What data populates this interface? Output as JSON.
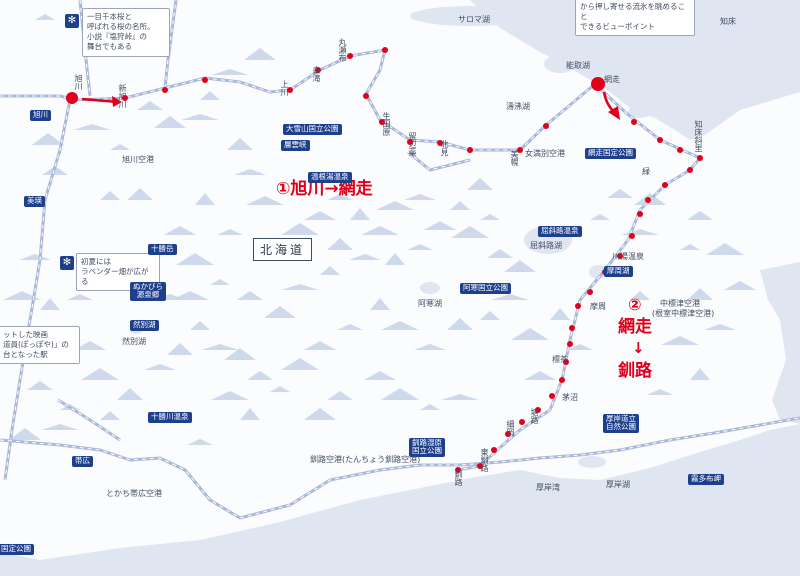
{
  "colors": {
    "route": "#e0001b",
    "rail": "#aab8d8",
    "water": "#dfe6f2",
    "mountain": "#c9d6ea",
    "park_label": "#1d3f8c"
  },
  "routes": {
    "leg1": "①旭川→網走",
    "leg2_num": "②",
    "leg2_from": "網走",
    "leg2_arrow": "↓",
    "leg2_to": "釧路"
  },
  "region": "北海道",
  "notes": {
    "top_left": [
      "一目千本桜と",
      "呼ばれる桜の名所。",
      "小説『塩狩峠』の",
      "舞台でもある"
    ],
    "mid_left": [
      "初夏には",
      "ラベンダー畑が広がる"
    ],
    "lower_left": [
      "ットした映画",
      "道員(ぽっぽや)」の",
      "台となった駅"
    ],
    "top_right": [
      "から押し寄せる流氷を眺めること",
      "できるビューポイント"
    ]
  },
  "parks": {
    "daisetsuzan": "大雪山国立公園",
    "abashiri": "網走国定公園",
    "akan": "阿寒国立公園",
    "akkeshi_1": "厚岸道立",
    "akkeshi_2": "自然公園",
    "kushiro_1": "釧路湿原",
    "kushiro_2": "国立公園",
    "bottom_left": "国定公園"
  },
  "places": {
    "sounkyo": "層雲峡",
    "onneyu": "温根湯温泉",
    "kussharo_onsen": "屈斜路温泉",
    "kussharo_ko": "屈斜路湖",
    "mashu": "摩周湖",
    "akan_ko": "阿寒湖",
    "jozankei": "十勝岳",
    "nukabira_1": "ぬかびら",
    "nukabira_2": "源泉郷",
    "shikaribetsu": "然別湖",
    "tokachigawa": "十勝川温泉",
    "kiritappu": "霧多布岬",
    "saroma": "サロマ湖",
    "notoro": "能取湖",
    "tofutsu": "濤沸湖",
    "akkeshi_ko": "厚岸湖",
    "akkeshi_wan": "厚岸湾",
    "obihiro": "帯広",
    "kushiro": "釧路",
    "asahikawa": "旭川",
    "abashiri": "網走",
    "bihoro": "美瑛",
    "nakashibetsu_1": "中標津空港",
    "nakashibetsu_2": "(根室中標津空港)",
    "tokachi_airport": "とかち帯広空港",
    "kushiro_airport": "釧路空港(たんちょう釧路空港)",
    "asahikawa_airport": "旭川空港",
    "kitami": "北見",
    "memanbetsu": "女満別空港",
    "shari": "知床斜里",
    "teshikaga": "摩周",
    "shibecha": "標茶",
    "kayanuma": "茅沼",
    "kawayu": "川湯温泉",
    "midori": "緑",
    "nishi_akkeshi": "厚岸",
    "shiretoko": "知床"
  },
  "stations_leg1": [
    "旭川",
    "新旭川",
    "上川",
    "白滝",
    "丸瀬布",
    "生田原",
    "留辺蘂",
    "北見",
    "美幌",
    "網走"
  ],
  "stations_leg2": [
    "網走",
    "知床斜里",
    "緑",
    "川湯温泉",
    "摩周",
    "標茶",
    "茅沼",
    "塘路",
    "細岡",
    "東釧路",
    "釧路"
  ]
}
